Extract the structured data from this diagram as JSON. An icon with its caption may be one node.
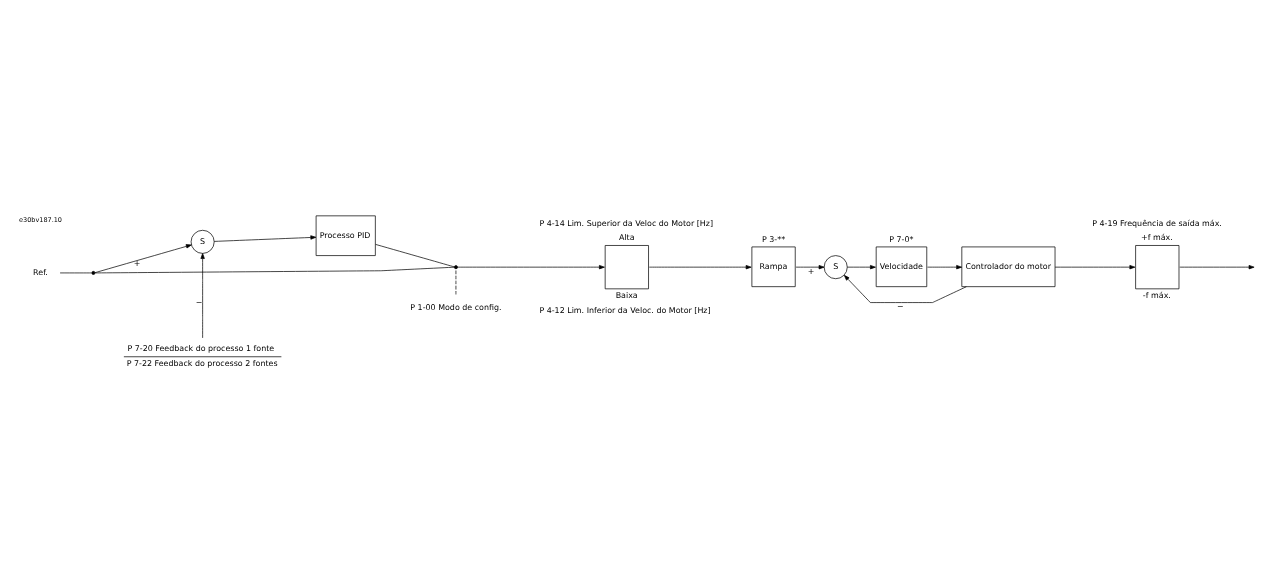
{
  "diagram": {
    "nodes": [
      {
        "text": [
          "Ref."
        ]
      },
      {
        "text": [],
        "shape": "point"
      },
      {
        "text": [
          "S"
        ]
      },
      {
        "text": [
          "Processo PID"
        ]
      },
      {
        "text": [],
        "shape": "point"
      },
      {
        "text": [
          "P 1-00 Modo de config."
        ]
      },
      {
        "text": [
          "Alta",
          "Baixa"
        ],
        "beside": [
          "P 4-14 Lim. Superior da Veloc do Motor [Hz]",
          "P 4-12 Lim. Inferior da Veloc. do Motor [Hz]"
        ]
      },
      {
        "text": [
          "Rampa"
        ],
        "beside": [
          "P 3-**"
        ]
      },
      {
        "text": [
          "S"
        ]
      },
      {
        "text": [
          "Velocidade"
        ],
        "beside": [
          "P 7-0*"
        ]
      },
      {
        "text": [
          "Controlador do motor"
        ]
      },
      {
        "text": [
          "+f máx.",
          "-f máx."
        ],
        "beside": [
          "P 4-19 Frequência de saída máx."
        ]
      },
      {
        "text": [
          "P 7-20 Feedback do processo 1 fonte",
          "P 7-22 Feedback do processo 2 fontes"
        ]
      }
    ],
    "edges": [
      {
        "from": 0,
        "to": 1,
        "arrow": "none"
      },
      {
        "from": 1,
        "to": 4,
        "arrow": "none"
      },
      {
        "from": 1,
        "to": 2,
        "arrow": "to",
        "label": "+"
      },
      {
        "from": 2,
        "to": 3,
        "arrow": "to"
      },
      {
        "from": 3,
        "to": 4,
        "arrow": "none"
      },
      {
        "from": 5,
        "to": 4,
        "arrow": "none",
        "style": "dashed"
      },
      {
        "from": 4,
        "to": 6,
        "arrow": "to"
      },
      {
        "from": 6,
        "to": 7,
        "arrow": "to"
      },
      {
        "from": 7,
        "to": 8,
        "arrow": "to",
        "label": "+"
      },
      {
        "from": 8,
        "to": 9,
        "arrow": "to"
      },
      {
        "from": 9,
        "to": 10,
        "arrow": "to"
      },
      {
        "from": 10,
        "to": 8,
        "arrow": "to",
        "label": "−"
      },
      {
        "from": 12,
        "to": 2,
        "arrow": "to",
        "label": "−"
      },
      {
        "from": 10,
        "to": 11,
        "arrow": "to"
      },
      {
        "from": 11,
        "to": null,
        "arrow": "to"
      }
    ],
    "labels": [
      "e30bv187.10"
    ]
  }
}
